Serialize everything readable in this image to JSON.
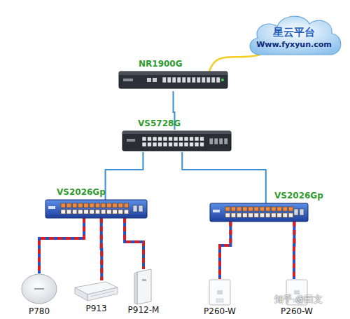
{
  "diagram": {
    "nodes": [
      {
        "text": [
          "星云平台",
          "Www.fyxyun.com"
        ]
      },
      {
        "text": [
          "NR1900G"
        ]
      },
      {
        "text": [
          "VS5728G"
        ]
      },
      {
        "text": [
          "VS2026Gp"
        ]
      },
      {
        "text": [
          "VS2026Gp"
        ]
      },
      {
        "text": [
          "P780"
        ]
      },
      {
        "text": [
          "P913"
        ]
      },
      {
        "text": [
          "P912-M"
        ]
      },
      {
        "text": [
          "P260-W"
        ]
      },
      {
        "text": [
          "P260-W"
        ]
      }
    ],
    "edges": [
      {
        "from": 1,
        "to": 0,
        "arrow": "none"
      },
      {
        "from": 1,
        "to": 2,
        "arrow": "none"
      },
      {
        "from": 2,
        "to": 3,
        "arrow": "none"
      },
      {
        "from": 2,
        "to": 4,
        "arrow": "none"
      },
      {
        "from": 3,
        "to": 5,
        "arrow": "none"
      },
      {
        "from": 3,
        "to": 6,
        "arrow": "none"
      },
      {
        "from": 3,
        "to": 7,
        "arrow": "none"
      },
      {
        "from": 4,
        "to": 8,
        "arrow": "none"
      },
      {
        "from": 4,
        "to": 9,
        "arrow": "none"
      }
    ],
    "labels": [
      "知乎 @田文"
    ]
  }
}
